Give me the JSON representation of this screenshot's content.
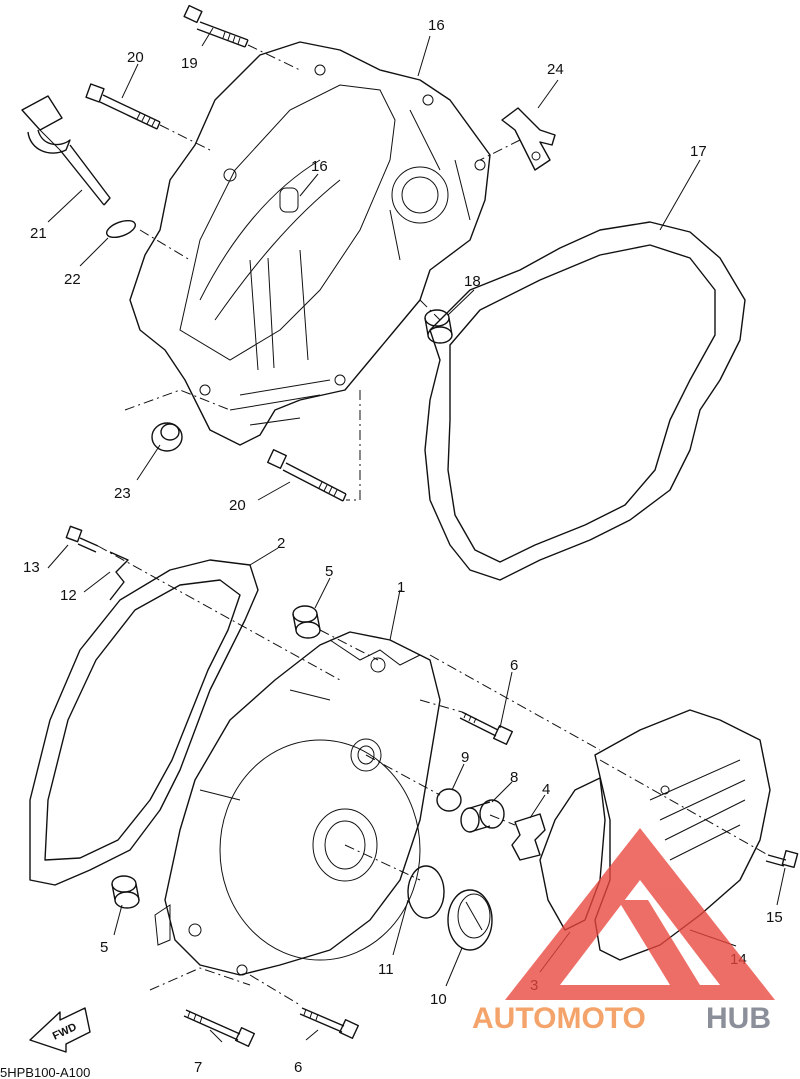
{
  "diagram": {
    "drawing_code": "5HPB100-A100",
    "fwd_label": "FWD",
    "callouts": [
      {
        "id": "c19",
        "label": "19"
      },
      {
        "id": "c16a",
        "label": "16"
      },
      {
        "id": "c20a",
        "label": "20"
      },
      {
        "id": "c24",
        "label": "24"
      },
      {
        "id": "c16b",
        "label": "16"
      },
      {
        "id": "c17",
        "label": "17"
      },
      {
        "id": "c21",
        "label": "21"
      },
      {
        "id": "c22",
        "label": "22"
      },
      {
        "id": "c18",
        "label": "18"
      },
      {
        "id": "c23",
        "label": "23"
      },
      {
        "id": "c20b",
        "label": "20"
      },
      {
        "id": "c2",
        "label": "2"
      },
      {
        "id": "c13",
        "label": "13"
      },
      {
        "id": "c12",
        "label": "12"
      },
      {
        "id": "c5a",
        "label": "5"
      },
      {
        "id": "c1",
        "label": "1"
      },
      {
        "id": "c6a",
        "label": "6"
      },
      {
        "id": "c9",
        "label": "9"
      },
      {
        "id": "c8",
        "label": "8"
      },
      {
        "id": "c4",
        "label": "4"
      },
      {
        "id": "c15",
        "label": "15"
      },
      {
        "id": "c5b",
        "label": "5"
      },
      {
        "id": "c11",
        "label": "11"
      },
      {
        "id": "c14",
        "label": "14"
      },
      {
        "id": "c3",
        "label": "3"
      },
      {
        "id": "c10",
        "label": "10"
      },
      {
        "id": "c7",
        "label": "7"
      },
      {
        "id": "c6b",
        "label": "6"
      }
    ]
  },
  "watermark": {
    "part1": "AUTOMOTO",
    "part2": "HUB",
    "color_primary": "#f4a36a",
    "color_secondary": "#8a8f99",
    "triangle_color": "#e8463c"
  }
}
